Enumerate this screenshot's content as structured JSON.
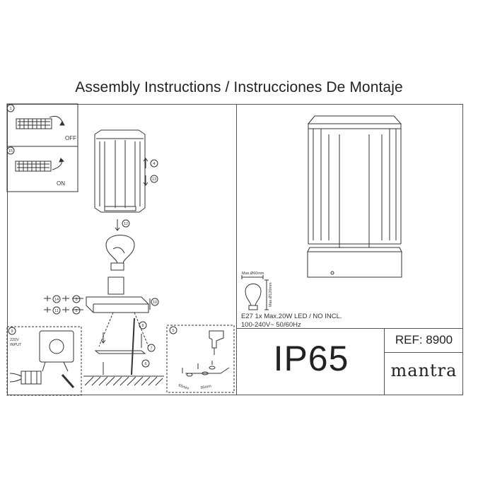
{
  "title": "Assembly Instructions / Instrucciones De Montaje",
  "ip_rating": "IP65",
  "ref": "REF: 8900",
  "brand": "mantra",
  "spec": {
    "max_diameter": "Max.Ø60mm",
    "max_height": "Max.Ø120mm",
    "bulb": "E27 1x Max.20W LED / NO INCL.",
    "voltage": "100-240V~ 50/60Hz"
  },
  "steps": {
    "s1": "1",
    "s2": "2",
    "s3": "3",
    "s4": "4",
    "s5": "5",
    "s6": "6",
    "s7": "7",
    "s8": "8",
    "s9": "9",
    "s10": "10",
    "s11": "11",
    "s12": "12",
    "s13": "13",
    "s14": "14",
    "s15": "15"
  },
  "labels": {
    "off": "OFF",
    "on": "ON",
    "input_v": "220V",
    "input": "INPUT",
    "dim_a": "65mm",
    "dim_b": "95mm"
  },
  "colors": {
    "line": "#333333",
    "frame": "#555555"
  }
}
